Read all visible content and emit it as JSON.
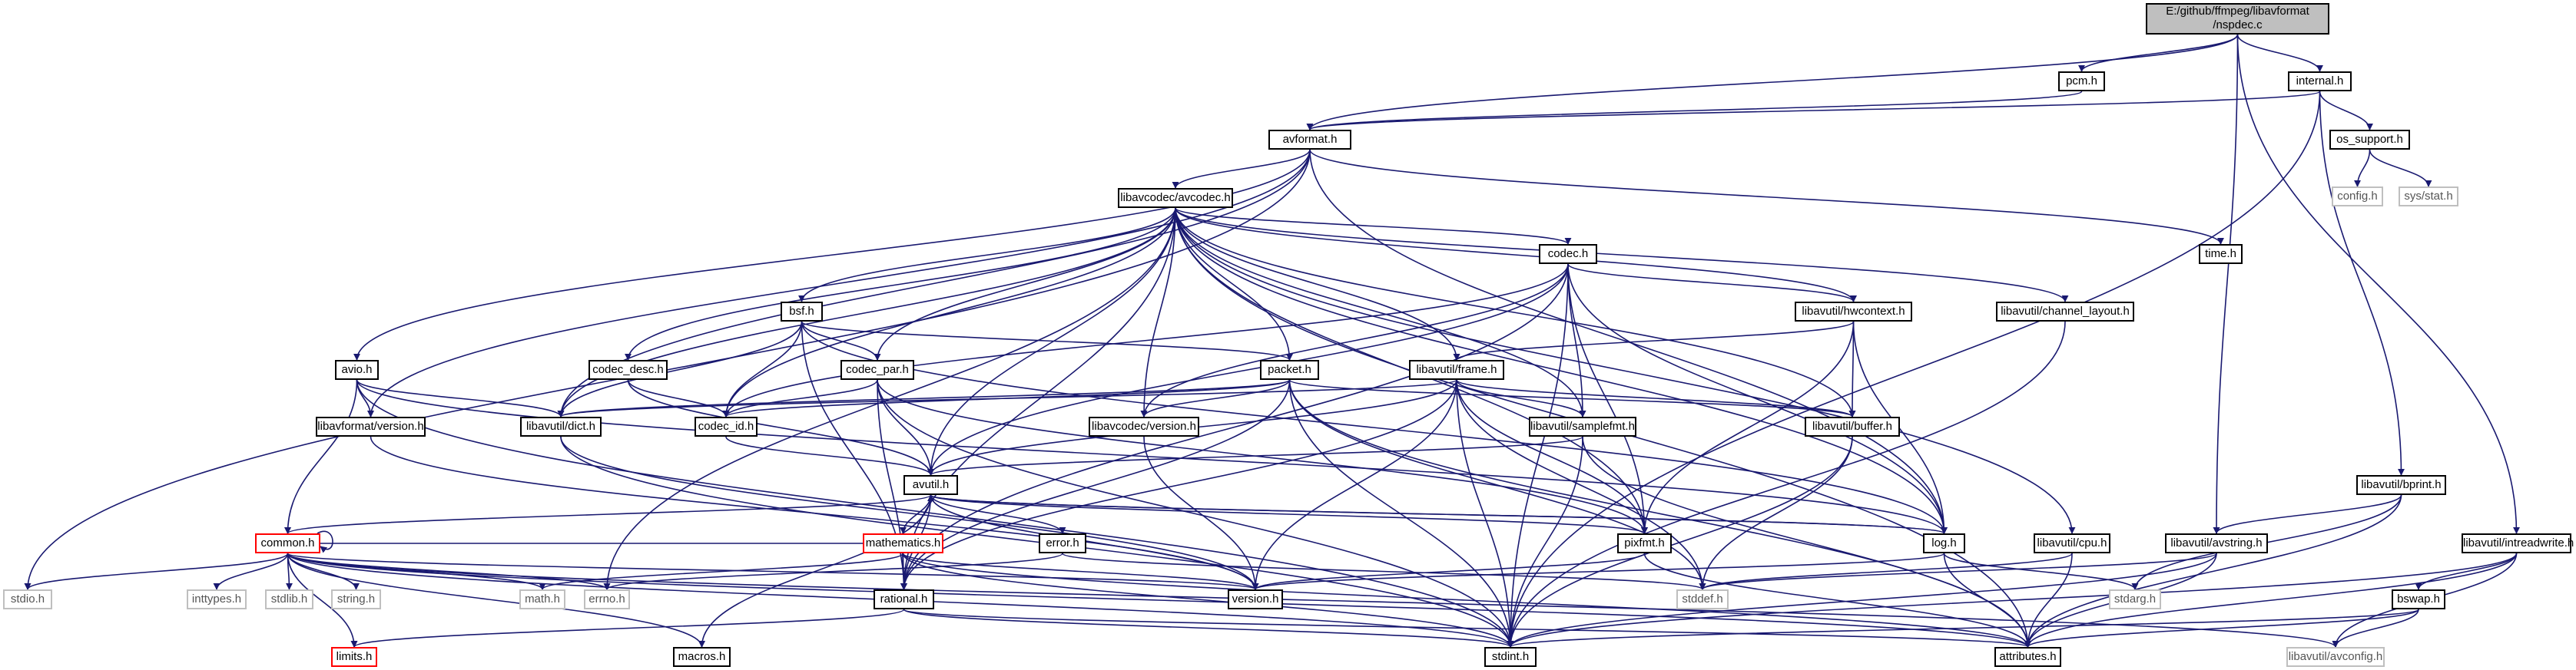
{
  "graph": {
    "edge_color": "#191970",
    "root_fill": "#bfbfbf",
    "system_border": "#bfbfbf",
    "truncated_border": "#ff0000",
    "nodes": {
      "nspdec": {
        "line1": "E:/github/ffmpeg/libavformat",
        "line2": "/nspdec.c"
      },
      "pcm": "pcm.h",
      "internal": "internal.h",
      "avformat": "avformat.h",
      "os_support": "os_support.h",
      "config": "config.h",
      "sysstat": "sys/stat.h",
      "avcodec": "libavcodec/avcodec.h",
      "time": "time.h",
      "codec": "codec.h",
      "bsf": "bsf.h",
      "hwcontext": "libavutil/hwcontext.h",
      "channel_layout": "libavutil/channel_layout.h",
      "avio": "avio.h",
      "codec_desc": "codec_desc.h",
      "codec_par": "codec_par.h",
      "packet": "packet.h",
      "frame": "libavutil/frame.h",
      "lavf_version": "libavformat/version.h",
      "dict": "libavutil/dict.h",
      "codec_id": "codec_id.h",
      "lavc_version": "libavcodec/version.h",
      "samplefmt": "libavutil/samplefmt.h",
      "buffer": "libavutil/buffer.h",
      "avutil": "avutil.h",
      "bprint": "libavutil/bprint.h",
      "common": "common.h",
      "mathematics": "mathematics.h",
      "error": "error.h",
      "pixfmt": "pixfmt.h",
      "log": "log.h",
      "cpu": "libavutil/cpu.h",
      "avstring": "libavutil/avstring.h",
      "intreadwrite": "libavutil/intreadwrite.h",
      "stdio": "stdio.h",
      "inttypes": "inttypes.h",
      "stdlib": "stdlib.h",
      "string": "string.h",
      "math": "math.h",
      "errno": "errno.h",
      "rational": "rational.h",
      "version": "version.h",
      "stddef": "stddef.h",
      "stdarg": "stdarg.h",
      "bswap": "bswap.h",
      "limits": "limits.h",
      "macros": "macros.h",
      "stdint": "stdint.h",
      "attributes": "attributes.h",
      "avconfig": "libavutil/avconfig.h"
    }
  }
}
